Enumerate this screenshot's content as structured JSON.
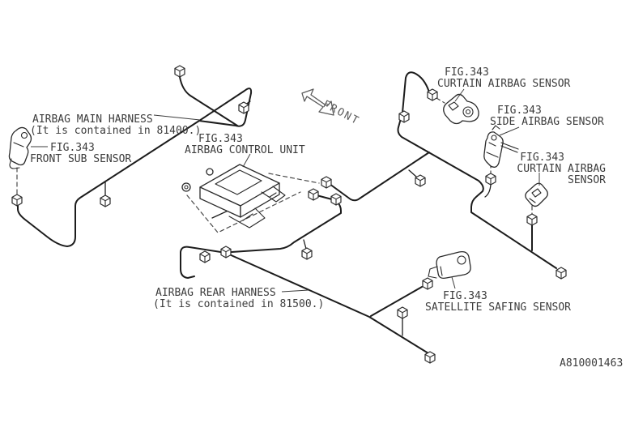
{
  "diagram": {
    "drawing_number": "A810001463",
    "front_label": "FRONT",
    "labels": {
      "main_harness": {
        "line1": "AIRBAG MAIN HARNESS",
        "line2": "(It is contained in 81400.)"
      },
      "front_sub_sensor": {
        "fig": "FIG.343",
        "name": "FRONT SUB SENSOR"
      },
      "control_unit": {
        "fig": "FIG.343",
        "name": "AIRBAG CONTROL UNIT"
      },
      "curtain_sensor_top": {
        "fig": "FIG.343",
        "name": "CURTAIN AIRBAG SENSOR"
      },
      "side_sensor": {
        "fig": "FIG.343",
        "name": "SIDE AIRBAG SENSOR"
      },
      "curtain_sensor_right": {
        "fig": "FIG.343",
        "name_line1": "CURTAIN AIRBAG",
        "name_line2": "SENSOR"
      },
      "rear_harness": {
        "line1": "AIRBAG REAR HARNESS",
        "line2": "(It is contained in 81500.)"
      },
      "satellite_sensor": {
        "fig": "FIG.343",
        "name": "SATELLITE SAFING SENSOR"
      }
    },
    "icons": {
      "connector": "connector-cube-icon",
      "front_arrow": "front-direction-arrow-icon",
      "sensors": [
        "front-sub-sensor-icon",
        "curtain-airbag-sensor-top-icon",
        "side-airbag-sensor-icon",
        "curtain-airbag-sensor-right-icon",
        "satellite-safing-sensor-icon"
      ],
      "control_unit": "airbag-control-unit-icon"
    },
    "colors": {
      "line": "#1c1c1c",
      "text": "#3c3c3c",
      "muted": "#5a5a5a",
      "background": "#ffffff"
    }
  }
}
